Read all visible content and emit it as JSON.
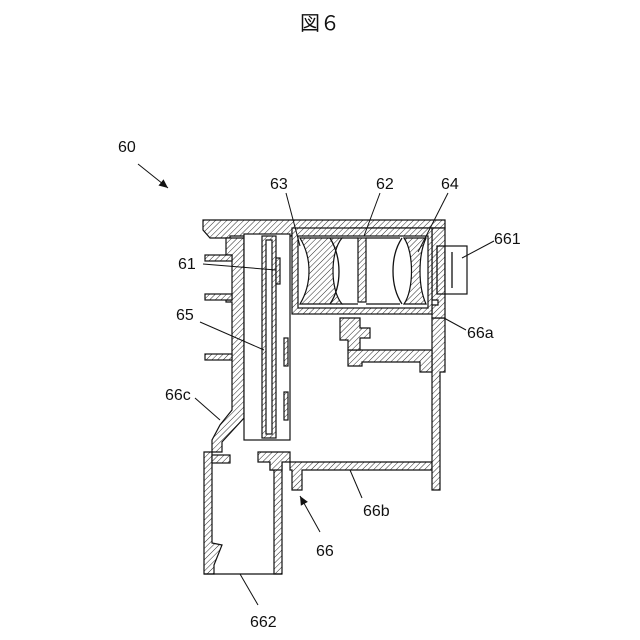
{
  "figure": {
    "title": "図６",
    "labels": {
      "l60": "60",
      "l61": "61",
      "l62": "62",
      "l63": "63",
      "l64": "64",
      "l65": "65",
      "l66": "66",
      "l66a": "66a",
      "l66b": "66b",
      "l66c": "66c",
      "l661": "661",
      "l662": "662"
    }
  }
}
